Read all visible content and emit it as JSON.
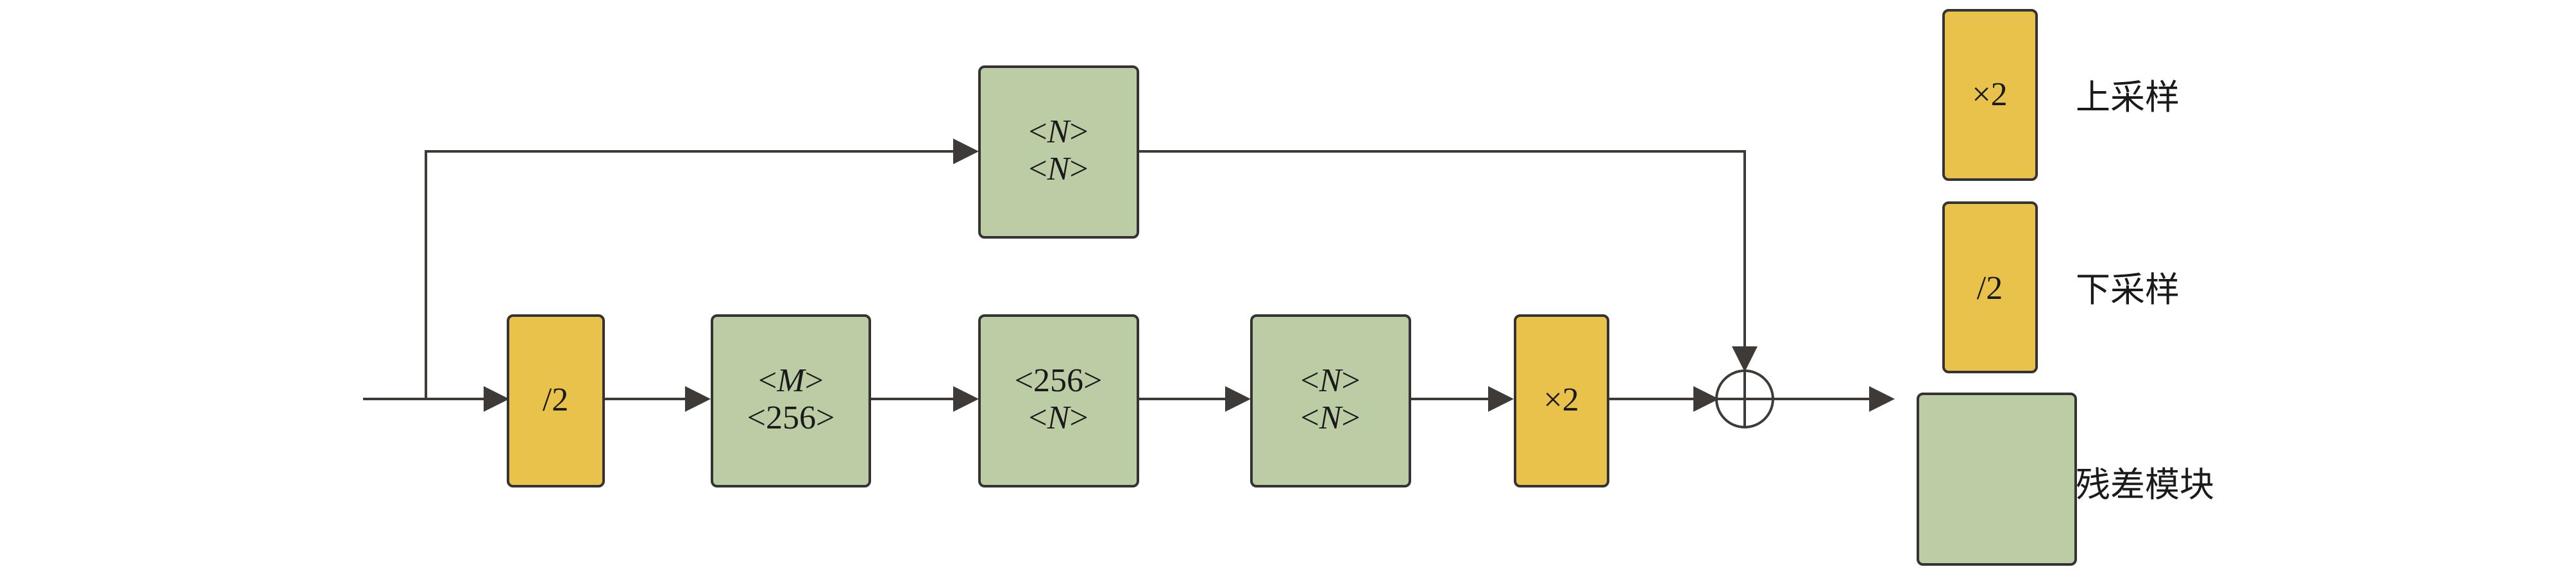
{
  "colors": {
    "residual_block": "#bccca4",
    "sampling_block": "#e8c24a",
    "line": "#3d3a38"
  },
  "blocks": {
    "skip": {
      "line1": "<N>",
      "line2": "<N>"
    },
    "downsample": {
      "label": "/2"
    },
    "res1": {
      "line1": "<M>",
      "line2": "<256>"
    },
    "res2": {
      "line1": "<256>",
      "line2": "<N>"
    },
    "res3": {
      "line1": "<N>",
      "line2": "<N>"
    },
    "upsample": {
      "label": "×2"
    }
  },
  "legend": {
    "upsample": {
      "symbol": "×2",
      "text": "上采样"
    },
    "downsample": {
      "symbol": "/2",
      "text": "下采样"
    },
    "residual": {
      "text": "残差模块"
    }
  }
}
